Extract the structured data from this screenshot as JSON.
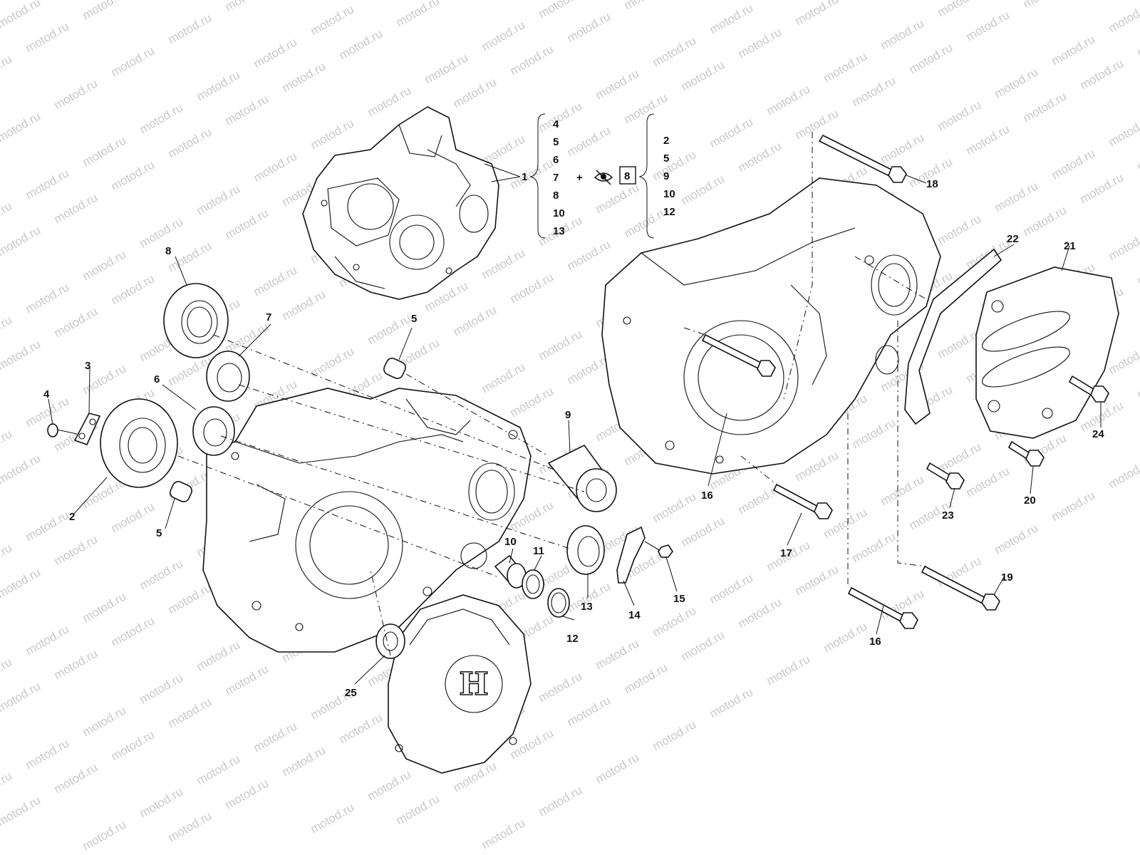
{
  "watermark": "motod.ru",
  "colors": {
    "line": "#111111",
    "watermark": "#c9c9c9",
    "background": "#ffffff"
  },
  "callouts": {
    "c1": "1",
    "c2": "2",
    "c3": "3",
    "c4": "4",
    "c5a": "5",
    "c5b": "5",
    "c6": "6",
    "c7": "7",
    "c8": "8",
    "c9": "9",
    "c10": "10",
    "c11": "11",
    "c12": "12",
    "c13": "13",
    "c14": "14",
    "c15": "15",
    "c16a": "16",
    "c16b": "16",
    "c17": "17",
    "c18": "18",
    "c19": "19",
    "c20": "20",
    "c21": "21",
    "c22": "22",
    "c23": "23",
    "c24": "24",
    "c25": "25"
  },
  "kit": {
    "left_items": [
      "4",
      "5",
      "6",
      "7",
      "8",
      "10",
      "13"
    ],
    "plus": "+",
    "eye_icon": "eye-symbol",
    "boxed_ref": "8",
    "right_items": [
      "2",
      "5",
      "9",
      "10",
      "12"
    ]
  },
  "logo": "H"
}
